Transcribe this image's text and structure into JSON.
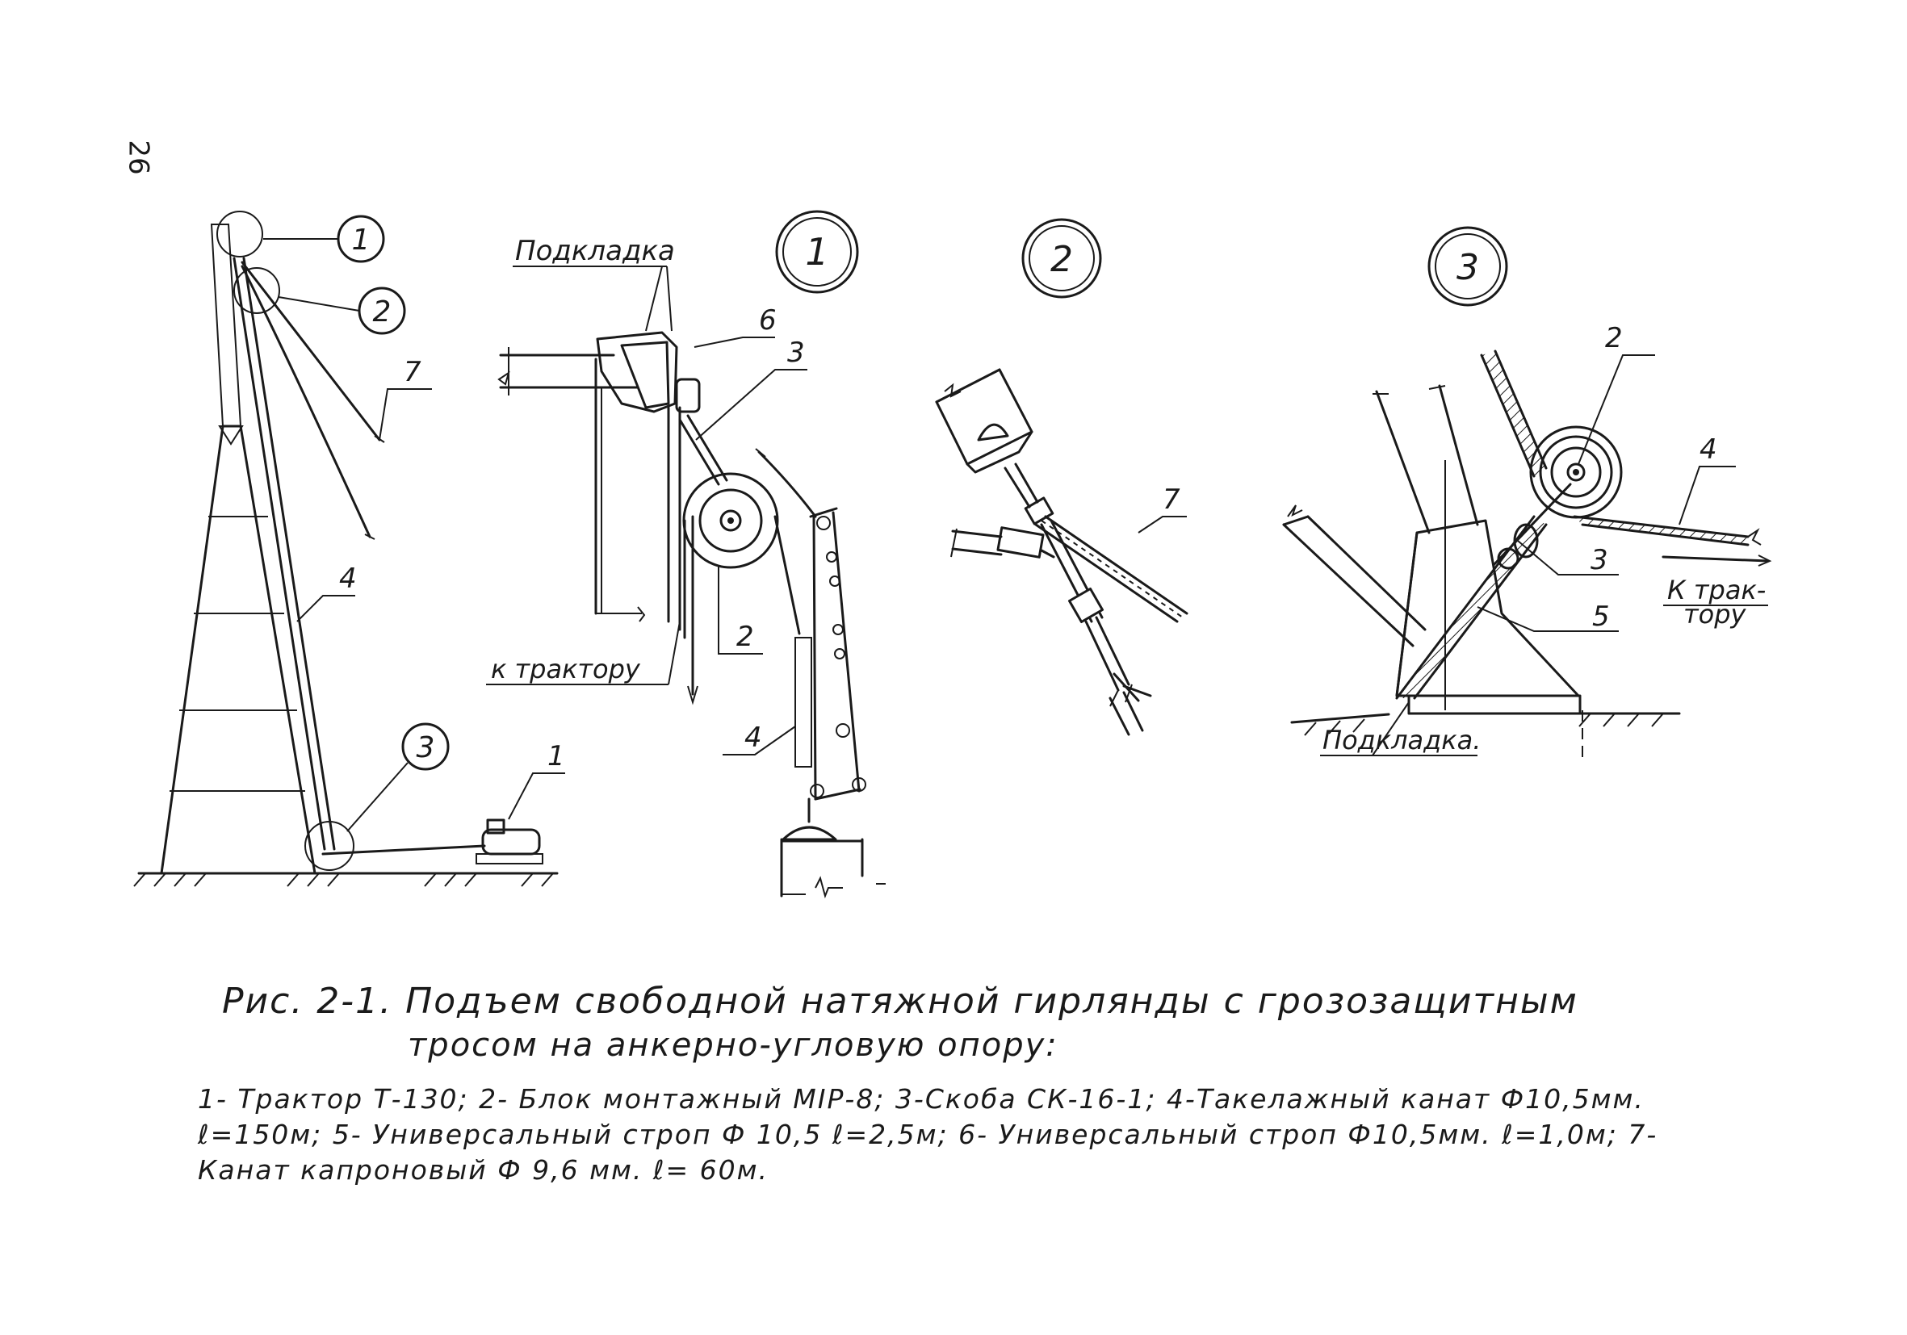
{
  "page_number": "26",
  "tower_view": {
    "callouts": [
      "1",
      "2",
      "3"
    ],
    "leaders": [
      "7",
      "4",
      "1"
    ]
  },
  "detail_1": {
    "title": "1",
    "label_pad": "Подкладка",
    "label_tractor": "к трактору",
    "leaders": [
      "6",
      "3",
      "2",
      "4"
    ]
  },
  "detail_2": {
    "title": "2",
    "leaders": [
      "7"
    ]
  },
  "detail_3": {
    "title": "3",
    "label_pad": "Подкладка.",
    "label_tractor_1": "К трак-",
    "label_tractor_2": "тору",
    "leaders": [
      "2",
      "4",
      "3",
      "5"
    ]
  },
  "caption": {
    "line1": "Рис. 2-1.  Подъем свободной  натяжной гирлянды с грозозащитным",
    "line2": "тросом на  анкерно-угловую опору:",
    "legend": "1- Трактор Т-130;  2- Блок монтажный МIР-8;  3-Скоба СК-16-1;  4-Такелажный канат Ф10,5мм. ℓ=150м;  5- Универсальный строп Ф 10,5 ℓ=2,5м;  6- Универсальный строп Ф10,5мм. ℓ=1,0м;  7-Канат капроновый Ф 9,6 мм.  ℓ= 60м."
  }
}
